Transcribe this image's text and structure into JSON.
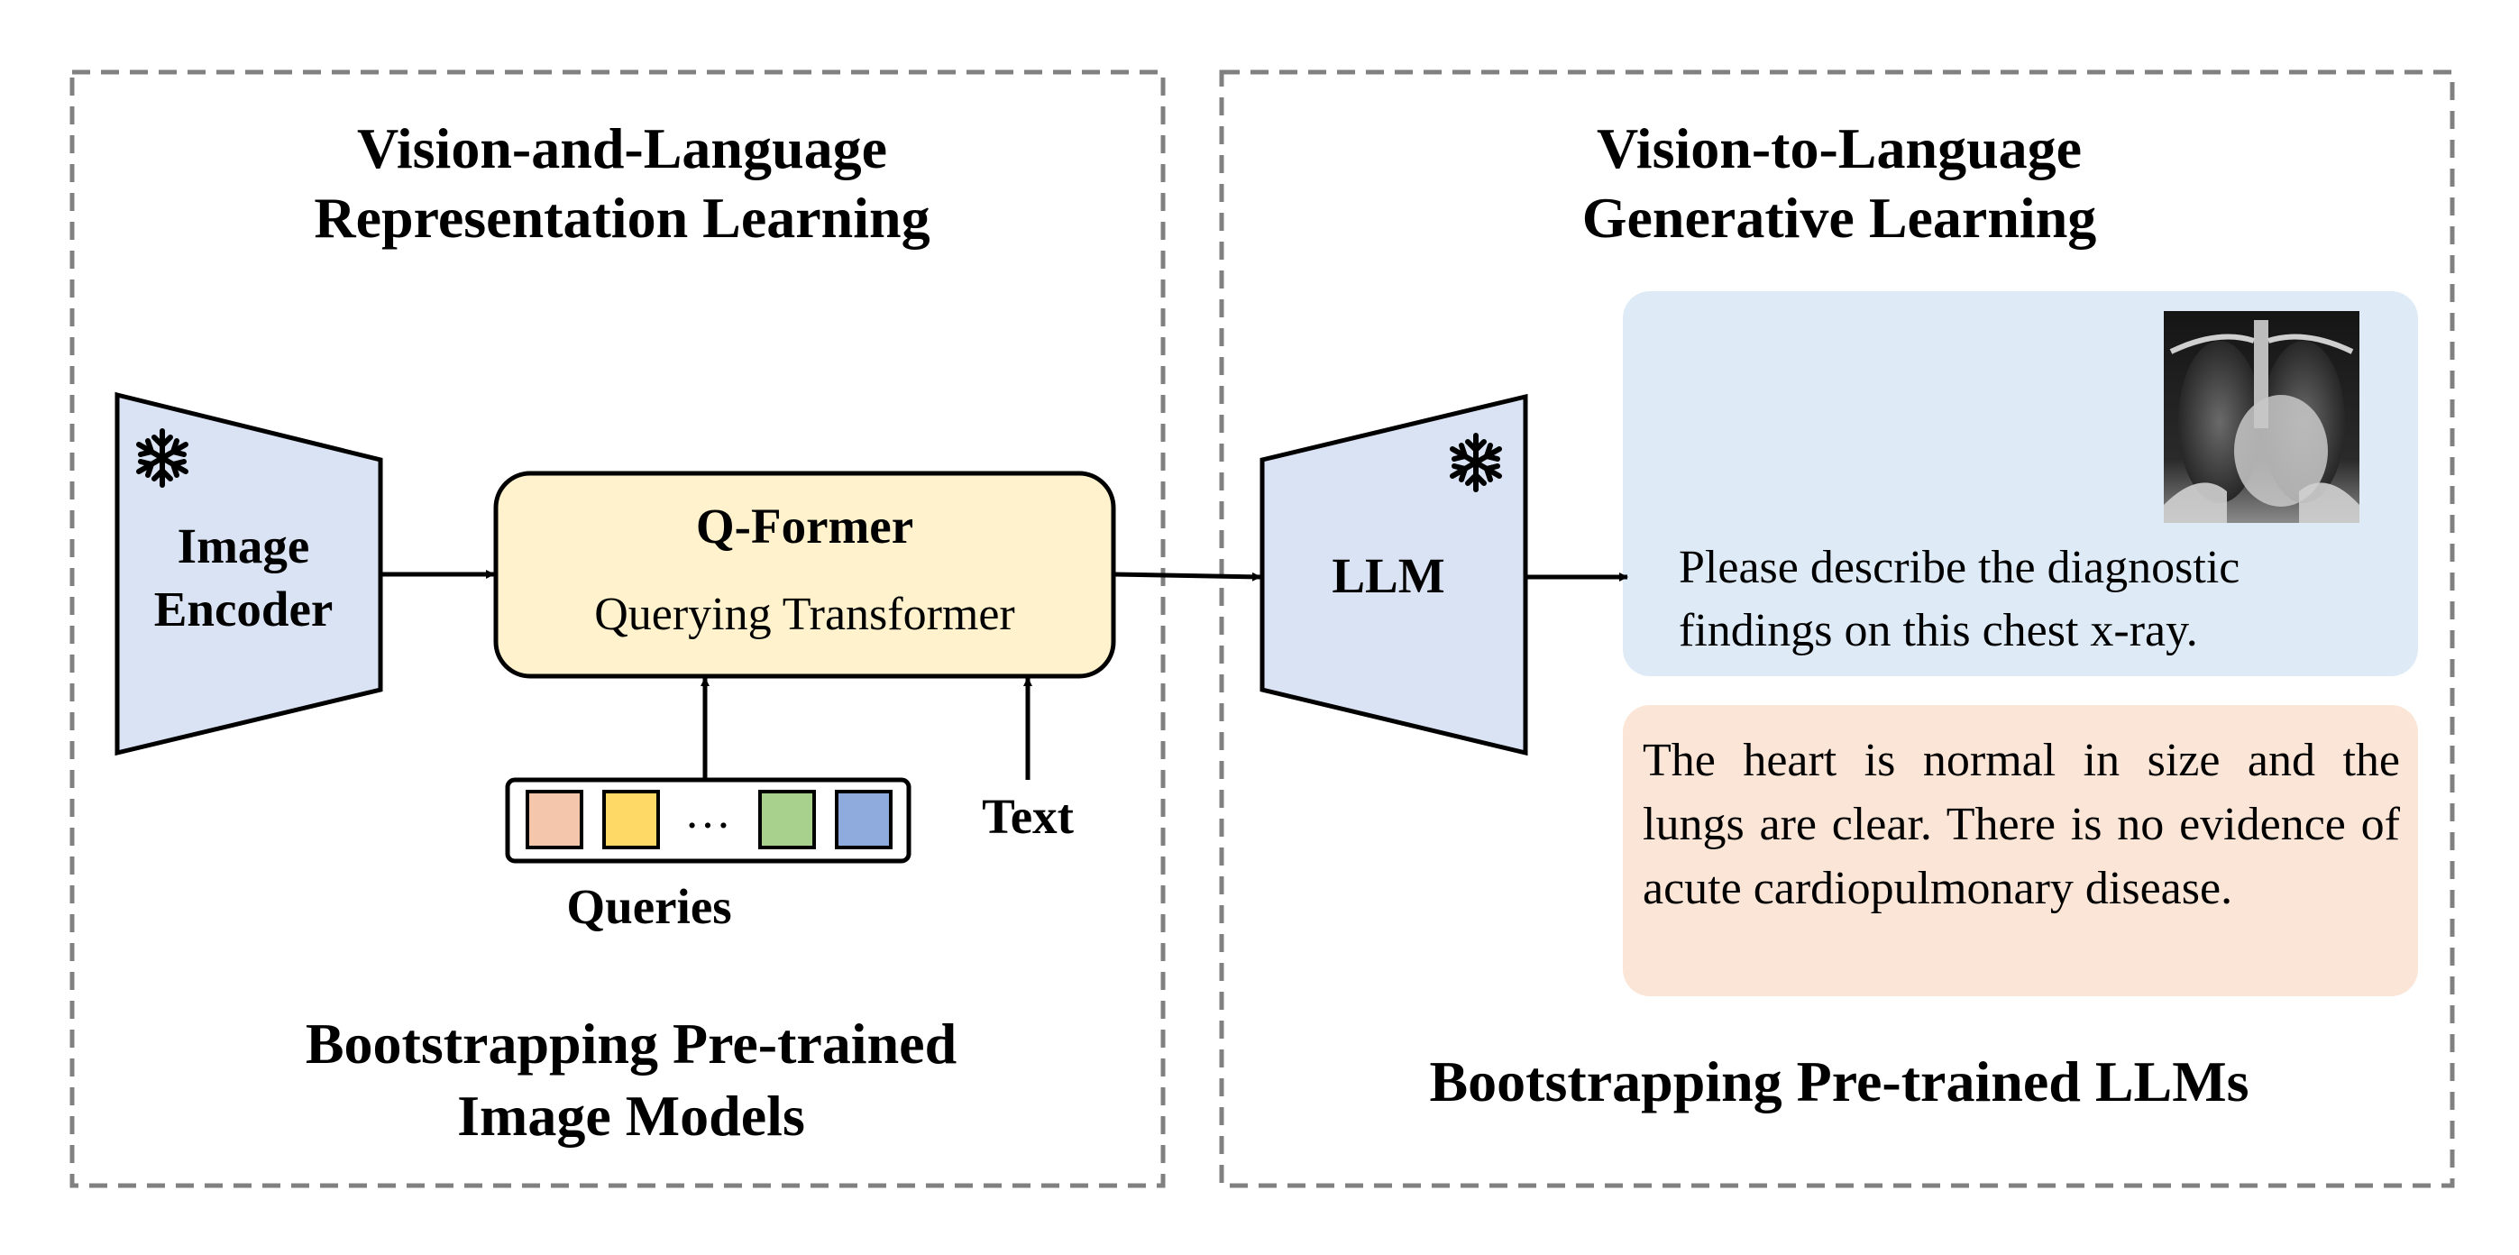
{
  "left_panel": {
    "title_line1": "Vision-and-Language",
    "title_line2": "Representation Learning",
    "caption_line1": "Bootstrapping Pre-trained",
    "caption_line2": "Image Models",
    "image_encoder_line1": "Image",
    "image_encoder_line2": "Encoder",
    "qformer_title": "Q-Former",
    "qformer_subtitle": "Querying Transformer",
    "queries_label": "Queries",
    "queries_ellipsis": "…",
    "text_label": "Text",
    "query_colors": [
      "#f4c7ad",
      "#ffd966",
      "#a9d18e",
      "#8faadc"
    ]
  },
  "right_panel": {
    "title_line1": "Vision-to-Language",
    "title_line2": "Generative Learning",
    "caption": "Bootstrapping Pre-trained LLMs",
    "llm_label": "LLM",
    "prompt_text": "Please describe the diagnostic findings on this chest x-ray.",
    "answer_text": "The heart is normal in size and the lungs are clear. There is no evidence of acute cardiopulmonary disease."
  },
  "icons": {
    "frozen_icon": "snowflake-icon",
    "xray_image": "chest-xray-image"
  },
  "colors": {
    "encoder_fill": "#dae3f3",
    "qformer_fill": "#fff2cc",
    "prompt_fill": "#deebf7",
    "answer_fill": "#fbe5d6",
    "dashed_border": "#808080"
  }
}
